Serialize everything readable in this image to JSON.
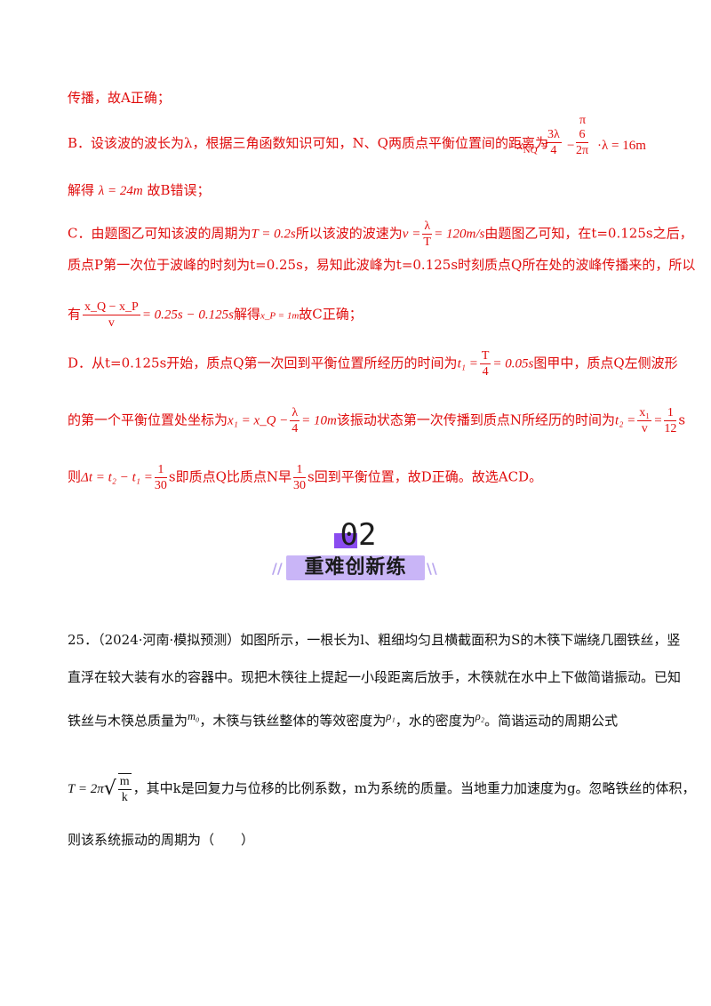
{
  "answer": {
    "line1": "传播，故A正确；",
    "B": {
      "prefix": "B．设该波的波长为λ，根据三角函数知识可知，N、Q两质点平衡位置间的距离为",
      "xnq": "x",
      "xnq_sub": "NQ",
      "eq": "=",
      "f1_num": "3λ",
      "f1_den": "4",
      "minus": "−",
      "pi_top": "π",
      "f2_num": "6",
      "f2_den": "2π",
      "tail": "·λ = 16m",
      "line2_a": "解得",
      "line2_math": "λ = 24m",
      "line2_b": "故B错误；"
    },
    "C": {
      "l1_a": "C．由题图乙可知该波的周期为",
      "l1_T": "T = 0.2s",
      "l1_b": "所以该波的波速为",
      "l1_v": "v =",
      "l1_f_num": "λ",
      "l1_f_den": "T",
      "l1_speed": "= 120m/s",
      "l1_c": "由题图乙可知，在t=0.125s之后，",
      "l2": "质点P第一次位于波峰的时刻为t=0.25s，易知此波峰为t=0.125s时刻质点Q所在处的波峰传播来的，所以",
      "l3_a": "有",
      "l3_f_num": "x_Q − x_P",
      "l3_f_den": "v",
      "l3_eq": "= 0.25s − 0.125s",
      "l3_b": "解得",
      "l3_xp": "x_P = 1m",
      "l3_c": "故C正确；"
    },
    "D": {
      "l1_a": "D．从t=0.125s开始，质点Q第一次回到平衡位置所经历的时间为",
      "l1_t1": "t₁ =",
      "l1_f_num": "T",
      "l1_f_den": "4",
      "l1_val": "= 0.05s",
      "l1_b": "图甲中，质点Q左侧波形",
      "l2_a": "的第一个平衡位置处坐标为",
      "l2_x1": "x₁ = x_Q −",
      "l2_f_num": "λ",
      "l2_f_den": "4",
      "l2_val": "= 10m",
      "l2_b": "该振动状态第一次传播到质点N所经历的时间为",
      "l2_t2": "t₂ =",
      "l2_f2_num": "x₁",
      "l2_f2_den": "v",
      "l2_eq": "=",
      "l2_f3_num": "1",
      "l2_f3_den": "12",
      "l2_s": "s",
      "l3_a": "则",
      "l3_dt": "Δt = t₂ − t₁ =",
      "l3_f_num": "1",
      "l3_f_den": "30",
      "l3_s": "s",
      "l3_b": "即质点Q比质点N早",
      "l3_f2_num": "1",
      "l3_f2_den": "30",
      "l3_c": "s回到平衡位置，故D正确。故选ACD。"
    }
  },
  "section": {
    "number": "02",
    "title": "重难创新练",
    "left_mark": "//",
    "right_mark": "\\\\"
  },
  "question": {
    "l1": "25．（2024·河南·模拟预测）如图所示，一根长为l、粗细均匀且横截面积为S的木筷下端绕几圈铁丝，竖",
    "l2": "直浮在较大装有水的容器中。现把木筷往上提起一小段距离后放手，木筷就在水中上下做简谐振动。已知",
    "l3_a": "铁丝与木筷总质量为",
    "l3_m0": "m₀",
    "l3_b": "，木筷与铁丝整体的等效密度为",
    "l3_rho1": "ρ₁",
    "l3_c": "，水的密度为",
    "l3_rho2": "ρ₂",
    "l3_d": "。简谐运动的周期公式",
    "l4_T": "T = 2π",
    "l4_num": "m",
    "l4_den": "k",
    "l4_b": "，其中k是回复力与位移的比例系数，m为系统的质量。当地重力加速度为g。忽略铁丝的体积，",
    "l5": "则该系统振动的周期为（　　）"
  },
  "colors": {
    "answer_text": "#e00d0d",
    "body_text": "#111111",
    "accent_purple": "#8a4cf0",
    "title_band": "#c9b5f7"
  }
}
